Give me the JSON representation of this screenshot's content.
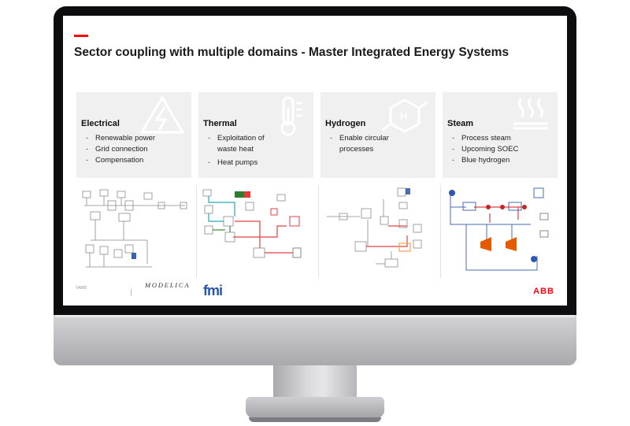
{
  "slide": {
    "title": "Sector coupling with multiple domains - Master Integrated Energy Systems",
    "accent_color": "#ff000f",
    "footer_copyright": "©ABB",
    "logos": {
      "modelica": "MODELICA",
      "fmi": "fmi",
      "abb": "ABB"
    }
  },
  "cards": [
    {
      "title": "Electrical",
      "icon": "high-voltage-icon",
      "items": [
        "Renewable power",
        "Grid connection",
        "Compensation"
      ]
    },
    {
      "title": "Thermal",
      "icon": "thermometer-icon",
      "items": [
        "Exploitation of waste heat",
        "Heat pumps"
      ]
    },
    {
      "title": "Hydrogen",
      "icon": "hydrogen-molecule-icon",
      "items": [
        "Enable circular processes"
      ]
    },
    {
      "title": "Steam",
      "icon": "steam-icon",
      "items": [
        "Process steam",
        "Upcoming SOEC",
        "Blue hydrogen"
      ]
    }
  ],
  "diagrams": [
    "electrical-model-diagram",
    "thermal-model-diagram",
    "hydrogen-model-diagram",
    "steam-model-diagram"
  ]
}
